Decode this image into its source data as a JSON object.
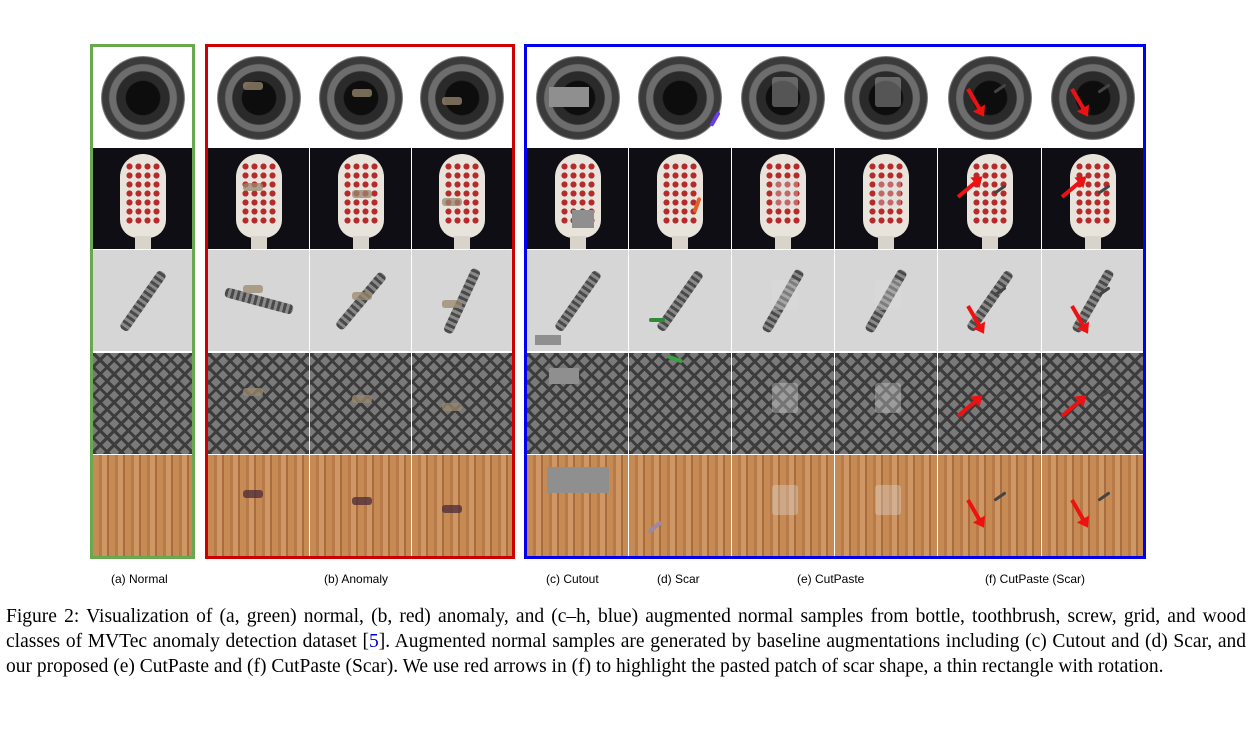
{
  "figure": {
    "column_labels": {
      "normal": "(a) Normal",
      "anomaly": "(b) Anomaly",
      "cutout": "(c) Cutout",
      "scar": "(d) Scar",
      "cutpaste": "(e) CutPaste",
      "cutpaste_scar": "(f) CutPaste (Scar)"
    },
    "frame_colors": {
      "normal": "#6aa84f",
      "anomaly": "#cc0000",
      "augmented": "#0000ee"
    },
    "row_classes": [
      "bottle",
      "toothbrush",
      "screw",
      "grid",
      "wood"
    ],
    "arrow_color": "#ee1111"
  },
  "caption": {
    "text_before_ref": "Figure 2: Visualization of (a, green) normal, (b, red) anomaly, and (c–h, blue) augmented normal samples from bottle, toothbrush, screw, grid, and wood classes of MVTec anomaly detection dataset [",
    "ref": "5",
    "text_after_ref": "]. Augmented normal samples are generated by baseline augmentations including (c) Cutout and (d) Scar, and our proposed (e) CutPaste and (f) CutPaste (Scar). We use red arrows in (f) to highlight the pasted patch of scar shape, a thin rectangle with rotation."
  }
}
